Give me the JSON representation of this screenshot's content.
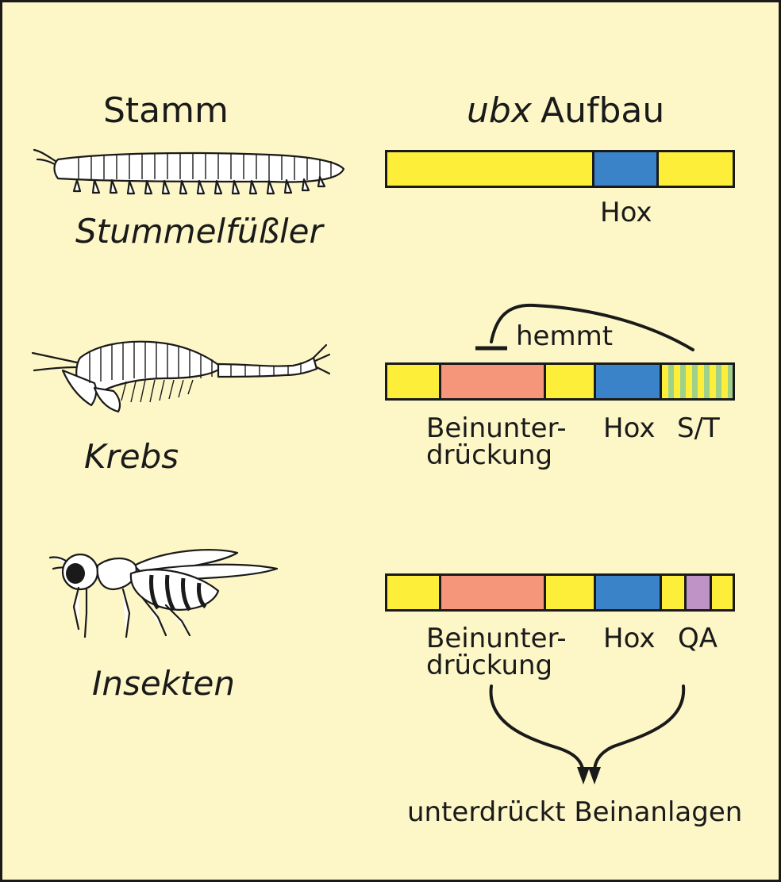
{
  "headers": {
    "stamm": "Stamm",
    "ubx": "ubx",
    "aufbau": "Aufbau"
  },
  "organisms": [
    {
      "name": "Stummelfüßler",
      "icon": "velvet-worm-icon"
    },
    {
      "name": "Krebs",
      "icon": "crustacean-icon"
    },
    {
      "name": "Insekten",
      "icon": "insect-icon"
    }
  ],
  "colors": {
    "background": "#fdf7c8",
    "yellow": "#fdee3a",
    "hox_blue": "#3a83c8",
    "leg_suppression_salmon": "#f5967a",
    "st_stripe_green": "#9fd18a",
    "qa_purple": "#c093c6",
    "outline": "#1a1a1a"
  },
  "rows": [
    {
      "segments": [
        "yellow",
        "hox_blue",
        "yellow"
      ],
      "labels": {
        "hox": "Hox"
      }
    },
    {
      "segments": [
        "yellow",
        "leg_suppression_salmon",
        "yellow",
        "hox_blue",
        "st_stripes"
      ],
      "labels": {
        "leg_suppression": "Beinunter-\ndrückung",
        "hox": "Hox",
        "st": "S/T",
        "inhibits": "hemmt"
      }
    },
    {
      "segments": [
        "yellow",
        "leg_suppression_salmon",
        "yellow",
        "hox_blue",
        "yellow",
        "qa_purple",
        "yellow"
      ],
      "labels": {
        "leg_suppression": "Beinunter-\ndrückung",
        "hox": "Hox",
        "qa": "QA"
      }
    }
  ],
  "result_label": "unterdrückt Beinanlagen"
}
